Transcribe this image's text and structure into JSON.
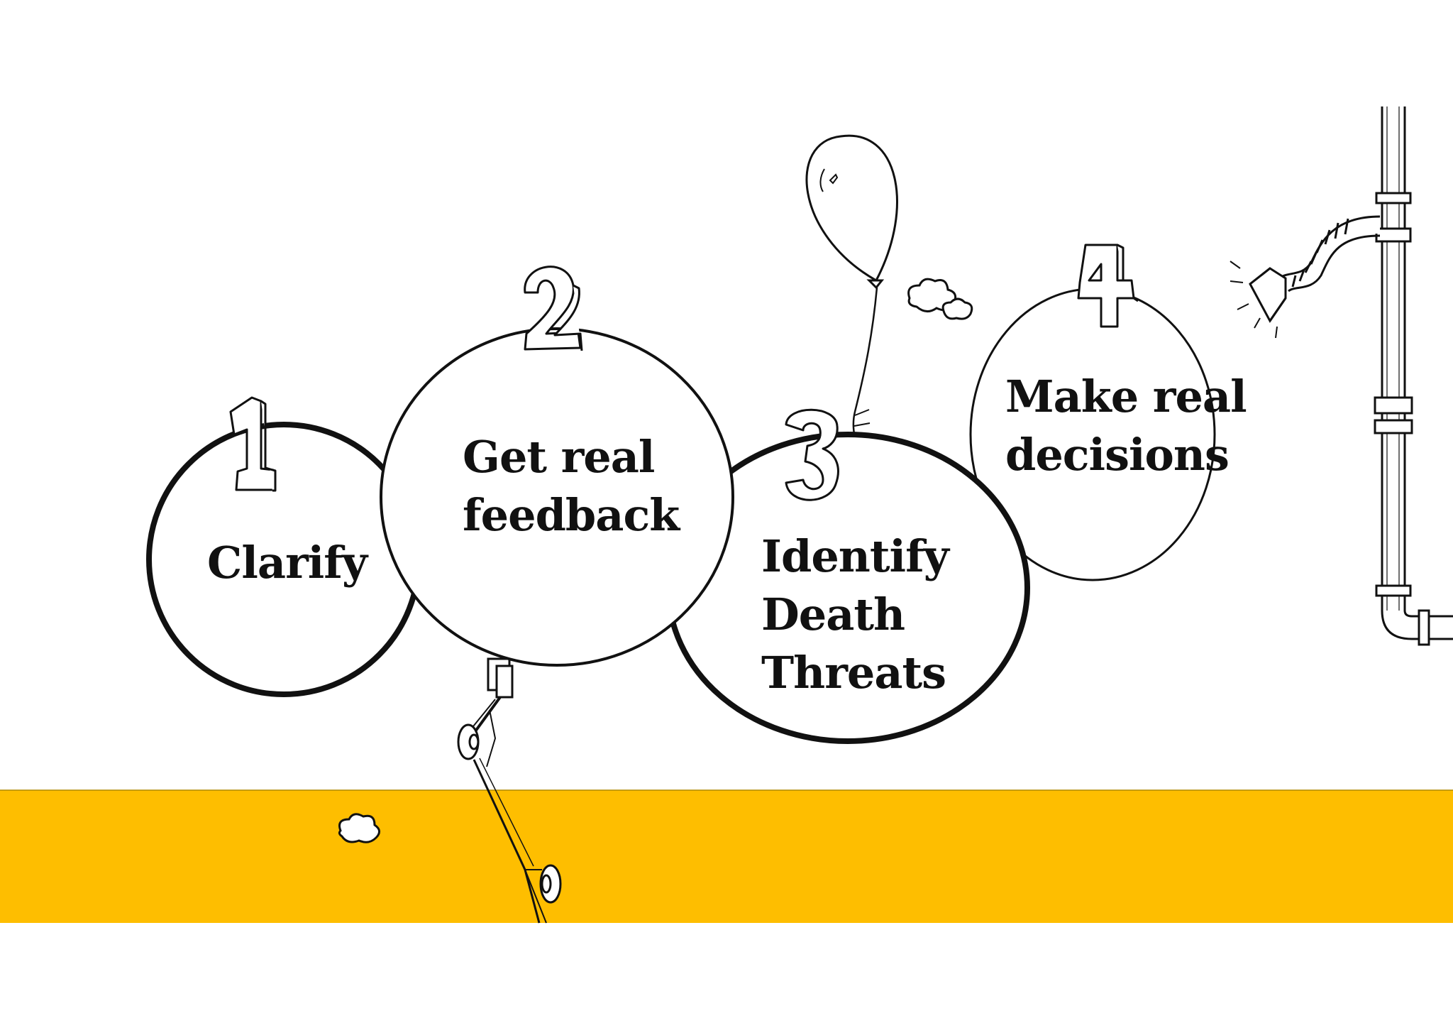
{
  "diagram": {
    "band_color": "#FEBE00",
    "steps": [
      {
        "number": "1",
        "lines": [
          "Clarify"
        ]
      },
      {
        "number": "2",
        "lines": [
          "Get real",
          "feedback"
        ]
      },
      {
        "number": "3",
        "lines": [
          "Identify",
          "Death",
          "Threats"
        ]
      },
      {
        "number": "4",
        "lines": [
          "Make real",
          "decisions"
        ]
      }
    ]
  }
}
